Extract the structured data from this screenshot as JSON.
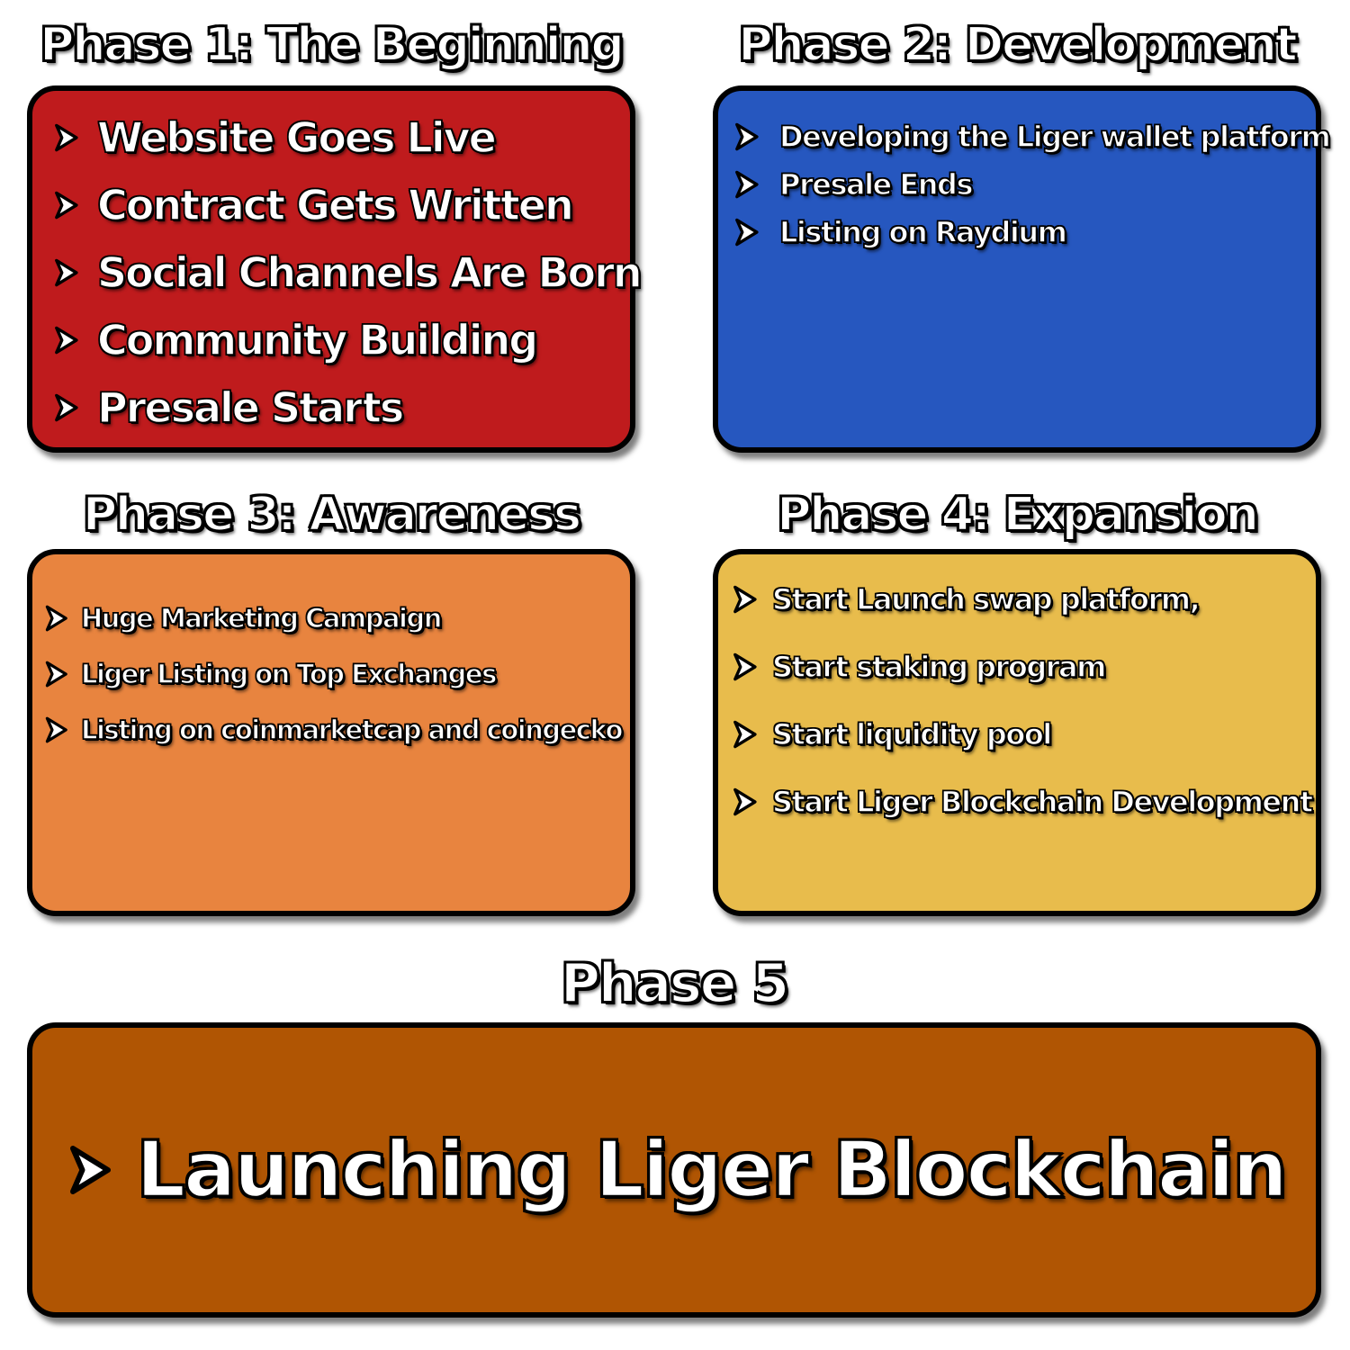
{
  "colors": {
    "phase1": "#bf1b1d",
    "phase2": "#2657bf",
    "phase3": "#e8843f",
    "phase4": "#e8bc4c",
    "phase5": "#b05503",
    "outline": "#000000",
    "text": "#ffffff"
  },
  "bullet_icon": "chevron-right-icon",
  "phases": [
    {
      "title": "Phase 1: The Beginning",
      "items": [
        "Website Goes Live",
        "Contract Gets Written",
        "Social Channels Are Born",
        "Community Building",
        "Presale Starts"
      ]
    },
    {
      "title": "Phase 2: Development",
      "items": [
        "Developing the Liger wallet platform",
        "Presale Ends",
        "Listing on Raydium"
      ]
    },
    {
      "title": "Phase 3: Awareness",
      "items": [
        "Huge Marketing Campaign",
        "Liger Listing on Top Exchanges",
        "Listing on coinmarketcap and coingecko"
      ]
    },
    {
      "title": "Phase 4: Expansion",
      "items": [
        "Start Launch swap platform,",
        "Start staking program",
        "Start liquidity pool",
        "Start Liger Blockchain Development"
      ]
    },
    {
      "title": "Phase 5",
      "items": [
        "Launching Liger Blockchain"
      ]
    }
  ]
}
